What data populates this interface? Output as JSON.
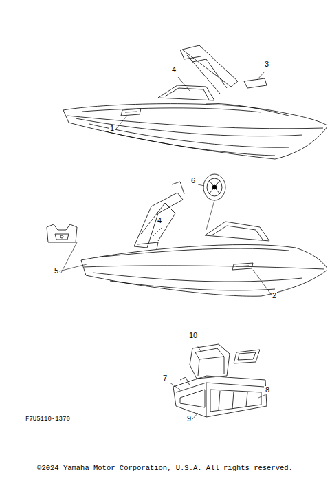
{
  "diagram": {
    "labels": [
      "4",
      "3",
      "1",
      "6",
      "4",
      "5",
      "2",
      "10",
      "7",
      "8",
      "9",
      "F7U5110-1370",
      "©2024 Yamaha Motor Corporation, U.S.A. All rights reserved."
    ]
  }
}
